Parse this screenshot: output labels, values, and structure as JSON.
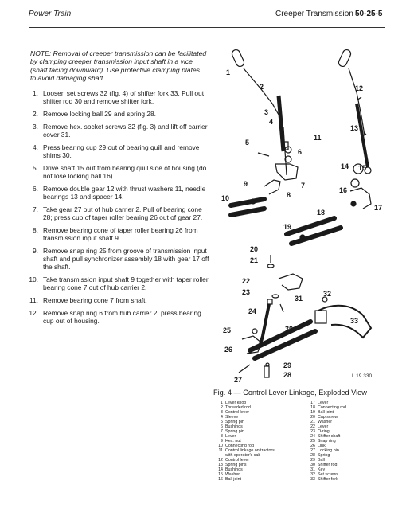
{
  "header": {
    "left": "Power Train",
    "right": "Creeper Transmission",
    "page": "50-25-5"
  },
  "note": "NOTE: Removal of creeper transmission can be facilitated by clamping creeper transmission input shaft in a vice (shaft facing downward). Use protective clamping plates to avoid damaging shaft.",
  "steps": [
    {
      "n": "1.",
      "t": "Loosen set screws 32 (fig. 4) of shifter fork 33. Pull out shifter rod 30 and remove shifter fork."
    },
    {
      "n": "2.",
      "t": "Remove locking ball 29 and spring 28."
    },
    {
      "n": "3.",
      "t": "Remove hex. socket screws 32 (fig. 3) and lift off carrier cover 31."
    },
    {
      "n": "4.",
      "t": "Press bearing cup 29 out of bearing quill and remove shims 30."
    },
    {
      "n": "5.",
      "t": "Drive shaft 15 out from bearing quill side of housing (do not lose locking ball 16)."
    },
    {
      "n": "6.",
      "t": "Remove double gear 12 with thrust washers 11, needle bearings 13 and spacer 14."
    },
    {
      "n": "7.",
      "t": "Take gear 27 out of hub carrier 2. Pull of bearing cone 28; press cup of taper roller bearing 26 out of gear 27."
    },
    {
      "n": "8.",
      "t": "Remove bearing cone of taper roller bearing 26 from transmission input shaft 9."
    },
    {
      "n": "9.",
      "t": "Remove snap ring 25 from groove of transmission input shaft and pull synchronizer assembly 18 with gear 17 off the shaft."
    },
    {
      "n": "10.",
      "t": "Take transmission input shaft 9 together with taper roller bearing cone 7 out of hub carrier 2."
    },
    {
      "n": "11.",
      "t": "Remove bearing cone 7 from shaft."
    },
    {
      "n": "12.",
      "t": "Remove snap ring 6 from hub carrier 2; press bearing cup out of housing."
    }
  ],
  "figure": {
    "caption": "Fig. 4 — Control Lever Linkage, Exploded View",
    "id_code": "L 19 330",
    "callouts": [
      "1",
      "2",
      "3",
      "4",
      "5",
      "6",
      "7",
      "8",
      "9",
      "10",
      "11",
      "12",
      "13",
      "14",
      "15",
      "16",
      "17",
      "18",
      "19",
      "20",
      "21",
      "22",
      "23",
      "24",
      "25",
      "26",
      "27",
      "28",
      "29",
      "30",
      "31",
      "32",
      "33"
    ]
  },
  "legend_left": [
    {
      "n": "1",
      "t": "Lever knob"
    },
    {
      "n": "2",
      "t": "Threaded rod"
    },
    {
      "n": "3",
      "t": "Control lever"
    },
    {
      "n": "4",
      "t": "Sleeve"
    },
    {
      "n": "5",
      "t": "Spring pin"
    },
    {
      "n": "6",
      "t": "Bushings"
    },
    {
      "n": "7",
      "t": "Spring pin"
    },
    {
      "n": "8",
      "t": "Lever"
    },
    {
      "n": "9",
      "t": "Hex. nut"
    },
    {
      "n": "10",
      "t": "Connecting rod"
    },
    {
      "n": "11",
      "t": "Control linkage on tractors"
    },
    {
      "n": "",
      "t": "with operator's cab"
    },
    {
      "n": "12",
      "t": "Control lever"
    },
    {
      "n": "13",
      "t": "Spring pins"
    },
    {
      "n": "14",
      "t": "Bushings"
    },
    {
      "n": "15",
      "t": "Washer"
    },
    {
      "n": "16",
      "t": "Ball joint"
    }
  ],
  "legend_right": [
    {
      "n": "17",
      "t": "Lever"
    },
    {
      "n": "18",
      "t": "Connecting rod"
    },
    {
      "n": "19",
      "t": "Ball joint"
    },
    {
      "n": "20",
      "t": "Cap screw"
    },
    {
      "n": "21",
      "t": "Washer"
    },
    {
      "n": "22",
      "t": "Lever"
    },
    {
      "n": "23",
      "t": "O-ring"
    },
    {
      "n": "24",
      "t": "Shifter shaft"
    },
    {
      "n": "25",
      "t": "Snap ring"
    },
    {
      "n": "26",
      "t": "Link"
    },
    {
      "n": "27",
      "t": "Locking pin"
    },
    {
      "n": "28",
      "t": "Spring"
    },
    {
      "n": "29",
      "t": "Ball"
    },
    {
      "n": "30",
      "t": "Shifter rod"
    },
    {
      "n": "31",
      "t": "Key"
    },
    {
      "n": "32",
      "t": "Set screws"
    },
    {
      "n": "33",
      "t": "Shifter fork"
    }
  ]
}
